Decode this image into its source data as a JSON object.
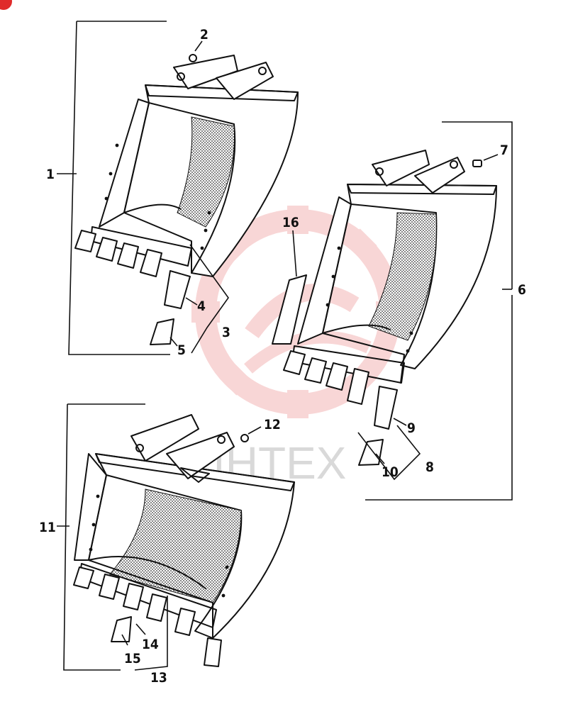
{
  "watermark": {
    "text": "IHTEX",
    "color": "#e34848"
  },
  "callouts": {
    "c1": "1",
    "c2": "2",
    "c3": "3",
    "c4": "4",
    "c5": "5",
    "c6": "6",
    "c7": "7",
    "c8": "8",
    "c9": "9",
    "c10": "10",
    "c11": "11",
    "c12": "12",
    "c13": "13",
    "c14": "14",
    "c15": "15",
    "c16": "16"
  },
  "colors": {
    "ink": "#111111",
    "badge": "#e02b2b"
  }
}
